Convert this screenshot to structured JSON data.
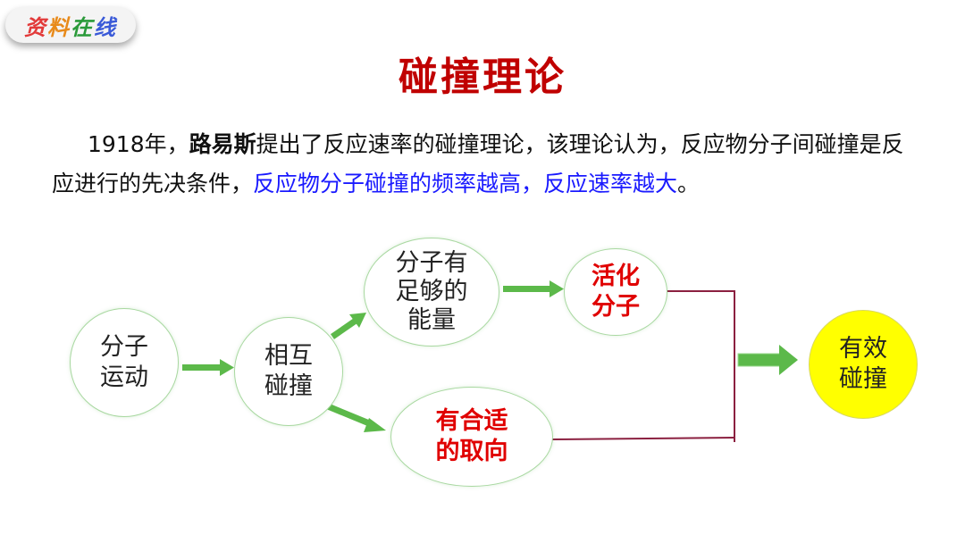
{
  "logo": {
    "chars": [
      "资",
      "料",
      "在",
      "线"
    ],
    "colors": [
      "#e23a3a",
      "#e88a1a",
      "#2a9a3a",
      "#3a5ad8"
    ]
  },
  "title": "碰撞理论",
  "paragraph": {
    "part1": "1918年，",
    "bold": "路易斯",
    "part2": "提出了反应速率的碰撞理论，该理论认为，反应物分子间碰撞是反应进行的先决条件，",
    "blue": "反应物分子碰撞的频率越高，反应速率越大",
    "end": "。"
  },
  "nodes": {
    "motion": {
      "line1": "分子",
      "line2": "运动"
    },
    "collide": {
      "line1": "相互",
      "line2": "碰撞"
    },
    "energy": {
      "line1": "分子有",
      "line2": "足够的",
      "line3": "能量"
    },
    "active": {
      "line1": "活化",
      "line2": "分子"
    },
    "orient": {
      "line1": "有合适",
      "line2": "的取向"
    },
    "effective": {
      "line1": "有效",
      "line2": "碰撞"
    }
  },
  "colors": {
    "arrow": "#5cb94a",
    "connector": "#8b2040",
    "title": "#c00000",
    "highlight": "#1a1aff",
    "effective_fill": "#ffff00"
  }
}
